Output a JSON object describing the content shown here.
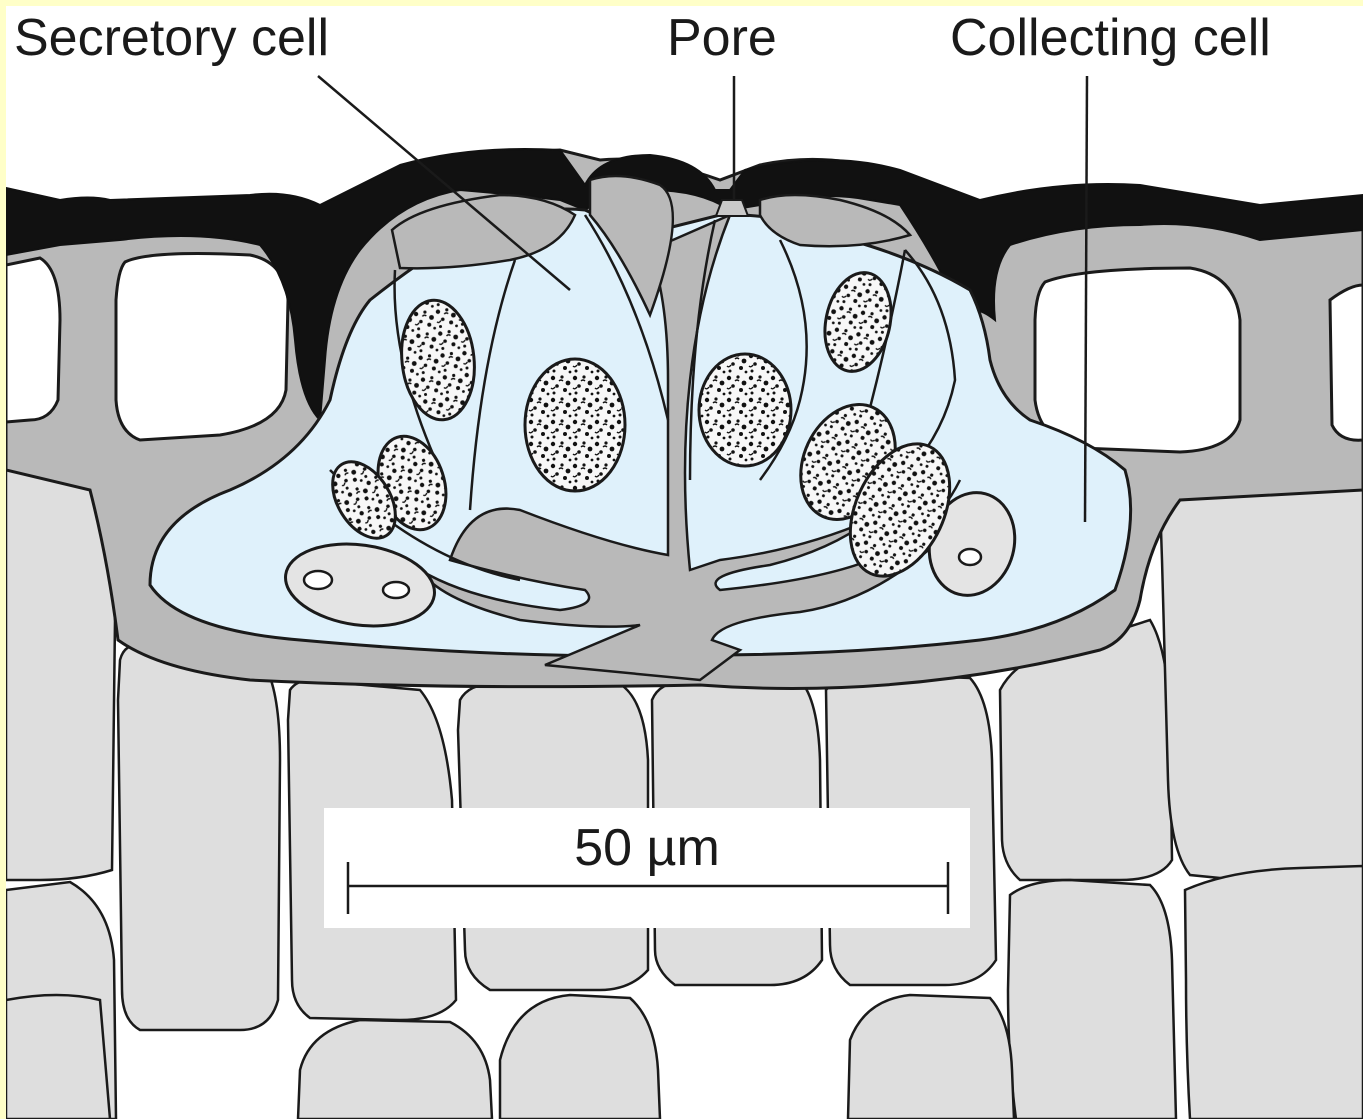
{
  "labels": {
    "secretory_cell": "Secretory cell",
    "pore": "Pore",
    "collecting_cell": "Collecting cell"
  },
  "scale_bar": {
    "label": "50 µm"
  },
  "colors": {
    "background_frame": "#ffffc8",
    "cuticle": "#111111",
    "cell_wall": "#b9b9b9",
    "cytoplasm": "#dff1fb",
    "underlying_cells": "#dedede",
    "nucleus": "#f2f2f2",
    "vacuole": "#e4e4e4"
  }
}
